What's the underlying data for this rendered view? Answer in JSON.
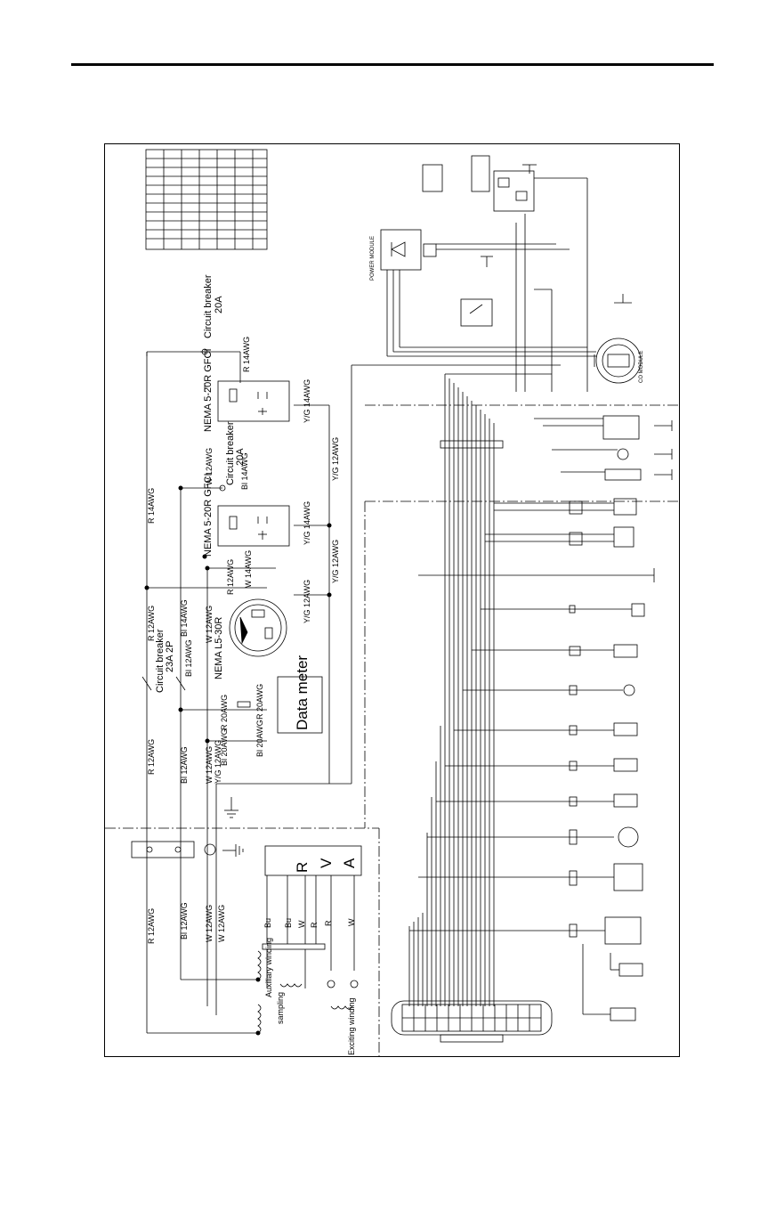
{
  "circuit_breakers": {
    "top": {
      "title": "Circuit breaker",
      "rating": "20A"
    },
    "middle": {
      "title": "Circuit breaker",
      "rating": "20A"
    },
    "main": {
      "title": "Circuit breaker",
      "rating": "23A 2P"
    }
  },
  "outlets": {
    "gfci_top": "NEMA 5-20R GFCI",
    "gfci_mid": "NEMA 5-20R GFCI",
    "twist_lock": "NEMA L5-30R"
  },
  "meter": "Data meter",
  "windings": {
    "auxiliary": "Auxiliary winding",
    "sampling": "sampling",
    "exciting": "Exciting winding"
  },
  "avr": {
    "a": "A",
    "v": "V",
    "r": "R"
  },
  "wire_labels": {
    "r12": "R 12AWG",
    "r14": "R 14AWG",
    "bl12": "Bl 12AWG",
    "bl14": "Bl 14AWG",
    "w12": "W 12AWG",
    "w14": "W 14AWG",
    "yg12": "Y/G 12AWG",
    "yg14": "Y/G 14AWG",
    "r20": "R 20AWG",
    "bl20": "Bl 20AWG"
  },
  "terminal_leads": {
    "bu": "Bu",
    "w": "W",
    "r": "R"
  },
  "modules": {
    "power": "POWER MODULE",
    "co": "CO MODULE"
  }
}
